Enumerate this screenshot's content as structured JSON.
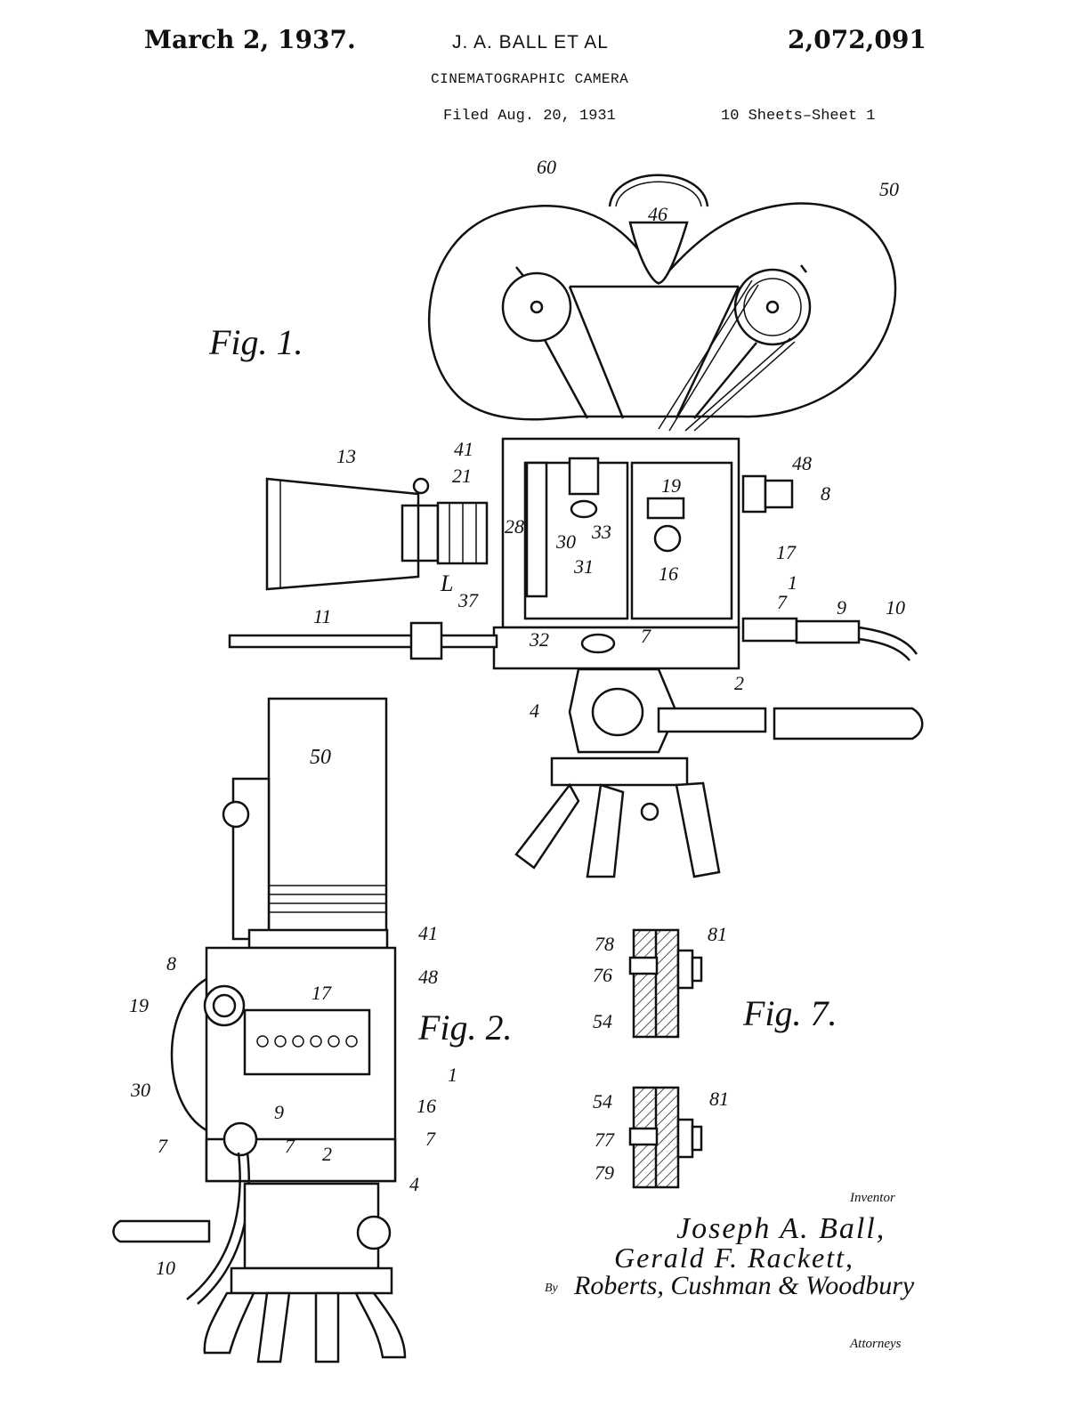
{
  "header": {
    "date": "March 2, 1937.",
    "inventor_names": "J. A. BALL ET AL",
    "patent_number": "2,072,091",
    "title": "CINEMATOGRAPHIC CAMERA",
    "filed": "Filed Aug. 20, 1931",
    "sheets": "10 Sheets–Sheet 1"
  },
  "figures": {
    "fig1": "Fig. 1.",
    "fig2": "Fig. 2.",
    "fig7": "Fig. 7."
  },
  "fig1_labels": [
    "60",
    "46",
    "50",
    "13",
    "41",
    "21",
    "48",
    "8",
    "19",
    "33",
    "28",
    "30",
    "31",
    "16",
    "17",
    "L",
    "37",
    "1",
    "7",
    "9",
    "10",
    "11",
    "32",
    "7",
    "2",
    "4"
  ],
  "fig2_labels": [
    "50",
    "41",
    "8",
    "48",
    "17",
    "19",
    "30",
    "16",
    "1",
    "9",
    "7",
    "7",
    "2",
    "7",
    "4",
    "10"
  ],
  "fig7_labels": [
    "78",
    "81",
    "76",
    "54",
    "54",
    "81",
    "77",
    "79"
  ],
  "signature": {
    "inventor_caption": "Inventor",
    "name1": "Joseph A. Ball,",
    "name2": "Gerald F. Rackett,",
    "by": "By",
    "attorneys_firm": "Roberts, Cushman & Woodbury",
    "attorneys_caption": "Attorneys"
  },
  "colors": {
    "ink": "#111111",
    "paper": "#ffffff"
  }
}
